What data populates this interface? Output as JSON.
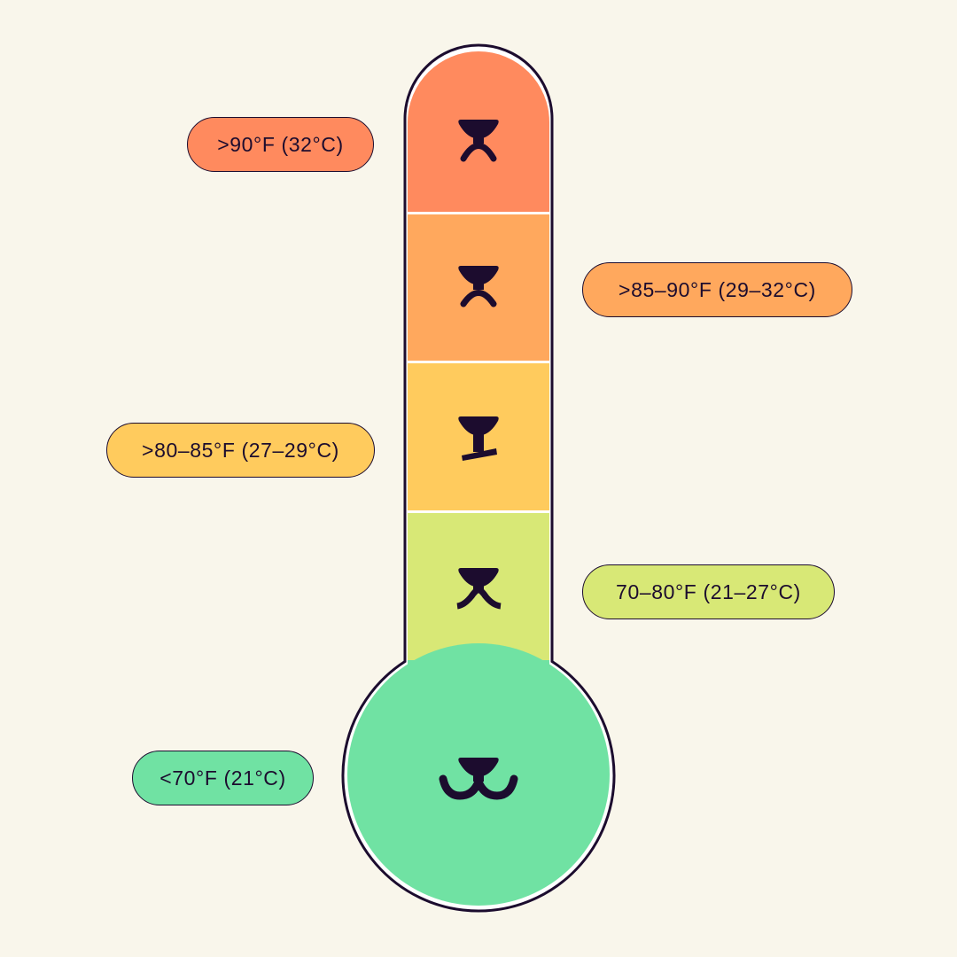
{
  "colors": {
    "background": "#f9f6eb",
    "outline": "#1c0c2e",
    "separator": "#ffffff"
  },
  "levels": [
    {
      "label": ">90°F (32°C)",
      "color": "#ff8a5e",
      "face_icon": "very-hot-dog-face-icon"
    },
    {
      "label": ">85–90°F (29–32°C)",
      "color": "#ffa85d",
      "face_icon": "hot-dog-face-icon"
    },
    {
      "label": ">80–85°F (27–29°C)",
      "color": "#ffcb5d",
      "face_icon": "warm-dog-face-icon"
    },
    {
      "label": "70–80°F (21–27°C)",
      "color": "#d8e876",
      "face_icon": "mild-dog-face-icon"
    },
    {
      "label": "<70°F (21°C)",
      "color": "#70e2a3",
      "face_icon": "happy-dog-face-icon"
    }
  ]
}
